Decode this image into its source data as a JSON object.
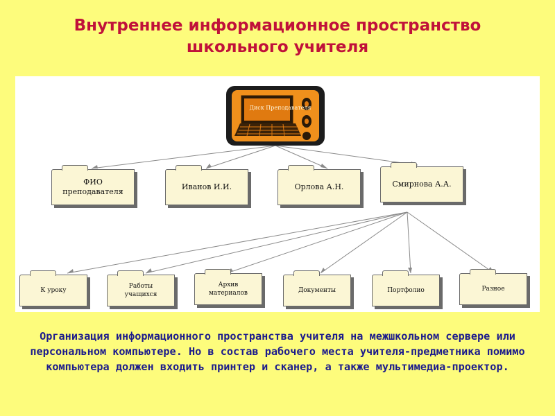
{
  "title": {
    "line1": "Внутреннее информационное пространство",
    "line2": "школьного учителя"
  },
  "diagram": {
    "root_label": "Диск Преподавателя",
    "level1": [
      {
        "label": "ФИО\nпреподавателя"
      },
      {
        "label": "Иванов И.И."
      },
      {
        "label": "Орлова А.Н."
      },
      {
        "label": "Смирнова А.А."
      }
    ],
    "level2": [
      {
        "label": "К уроку"
      },
      {
        "label": "Работы\nучащихся"
      },
      {
        "label": "Архив\nматериалов"
      },
      {
        "label": "Документы"
      },
      {
        "label": "Портфолио"
      },
      {
        "label": "Разное"
      }
    ]
  },
  "description": "Организация информационного пространства учителя на межшкольном сервере или персональном компьютере. Но в состав рабочего места учителя-предметника помимо компьютера должен входить принтер и сканер, а также мультимедиа-проектор.",
  "colors": {
    "background": "#fdfc7c",
    "title": "#c0113a",
    "description": "#1c1b8c",
    "disk": "#f0901c"
  }
}
